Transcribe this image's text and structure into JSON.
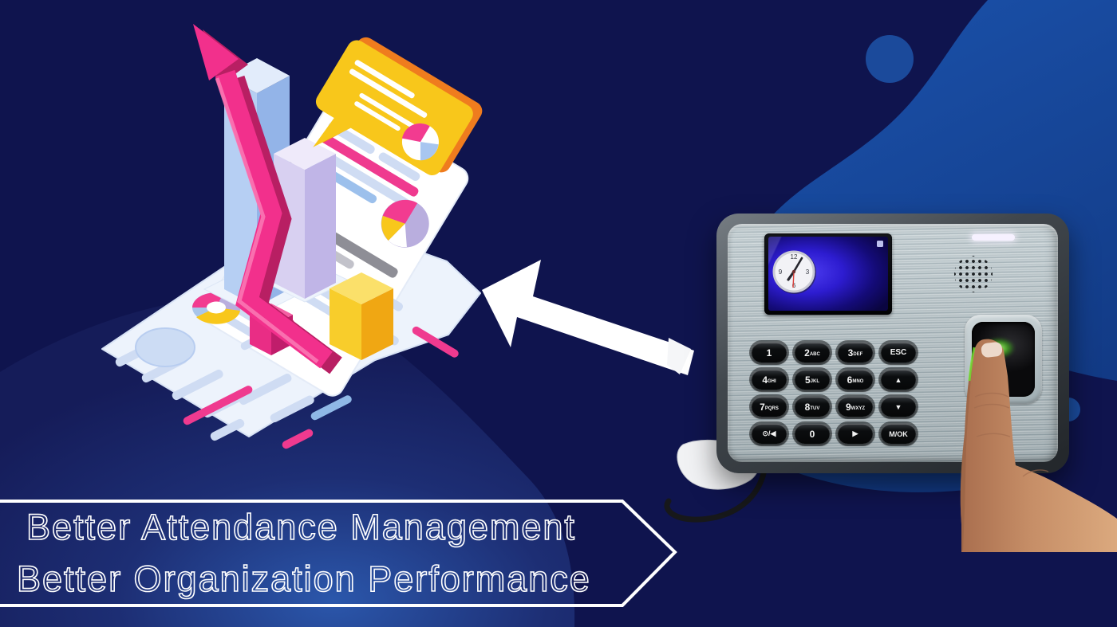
{
  "banner": {
    "line1": "Better Attendance Management",
    "line2": "Better Organization Performance"
  },
  "device": {
    "type_label": "biometric-fingerprint-attendance-terminal",
    "screen": {
      "clock_numerals": [
        "12",
        "3",
        "6",
        "9"
      ]
    },
    "keypad": {
      "keys": [
        {
          "main": "1",
          "sub": ""
        },
        {
          "main": "2",
          "sub": "ABC"
        },
        {
          "main": "3",
          "sub": "DEF"
        },
        {
          "main": "ESC",
          "sub": ""
        },
        {
          "main": "4",
          "sub": "GHI"
        },
        {
          "main": "5",
          "sub": "JKL"
        },
        {
          "main": "6",
          "sub": "MNO"
        },
        {
          "main": "▲",
          "sub": ""
        },
        {
          "main": "7",
          "sub": "PQRS"
        },
        {
          "main": "8",
          "sub": "TUV"
        },
        {
          "main": "9",
          "sub": "WXYZ"
        },
        {
          "main": "▼",
          "sub": ""
        },
        {
          "main": "⊙/◀",
          "sub": ""
        },
        {
          "main": "0",
          "sub": ""
        },
        {
          "main": "▶",
          "sub": ""
        },
        {
          "main": "M/OK",
          "sub": ""
        }
      ]
    }
  },
  "icons": [
    "clock-icon",
    "speaker-grille-icon",
    "fingerprint-sensor",
    "led-indicator",
    "up-arrow-key-icon",
    "down-arrow-key-icon",
    "right-arrow-key-icon",
    "power-back-key-icon",
    "white-pointer-arrow",
    "growth-zigzag-arrow",
    "speech-bubble-icon",
    "pie-chart-icon",
    "donut-chart-icon",
    "bar-chart-3d"
  ],
  "colors": {
    "background_navy": "#0f144e",
    "blob_royal_blue": "#17499f",
    "hill_blue": "#24479a",
    "accent_pink": "#f2308c",
    "accent_pink_dark": "#b81f63",
    "accent_yellow": "#f8c71b",
    "accent_orange": "#ef7c1e",
    "accent_lavender": "#c0b5e7",
    "accent_light_blue": "#b6cff3",
    "device_silver": "#bcc8cc",
    "sensor_green": "#3fd412",
    "text_outline_white": "#ffffff"
  }
}
